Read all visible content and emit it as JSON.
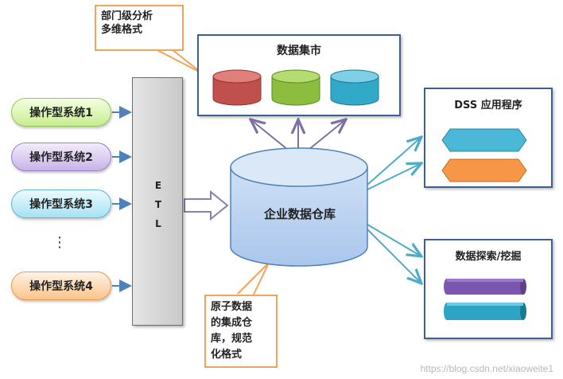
{
  "sources": [
    {
      "label": "操作型系统1"
    },
    {
      "label": "操作型系统2"
    },
    {
      "label": "操作型系统3"
    },
    {
      "label": "操作型系统4"
    }
  ],
  "ellipsis": "⋮",
  "etl": {
    "letters": [
      "E",
      "T",
      "L"
    ]
  },
  "callout_top": {
    "line1": "部门级分析",
    "line2": "多维格式"
  },
  "callout_bottom": {
    "lines": [
      "原子数据",
      "的集成仓",
      "库，规范",
      "化格式"
    ]
  },
  "data_mart": {
    "title": "数据集市"
  },
  "warehouse": {
    "label": "企业数据仓库"
  },
  "dss": {
    "title": "DSS 应用程序"
  },
  "mining": {
    "title": "数据探索/挖掘"
  },
  "watermark": "https://blog.csdn.net/xiaoweite1",
  "colors": {
    "arrow": "#4f81bd",
    "fan_arrow": "#4bacc6",
    "up_arrow": "#7f6fa8",
    "callout_border": "#f0a35a",
    "box_border": "#3d5f96"
  }
}
